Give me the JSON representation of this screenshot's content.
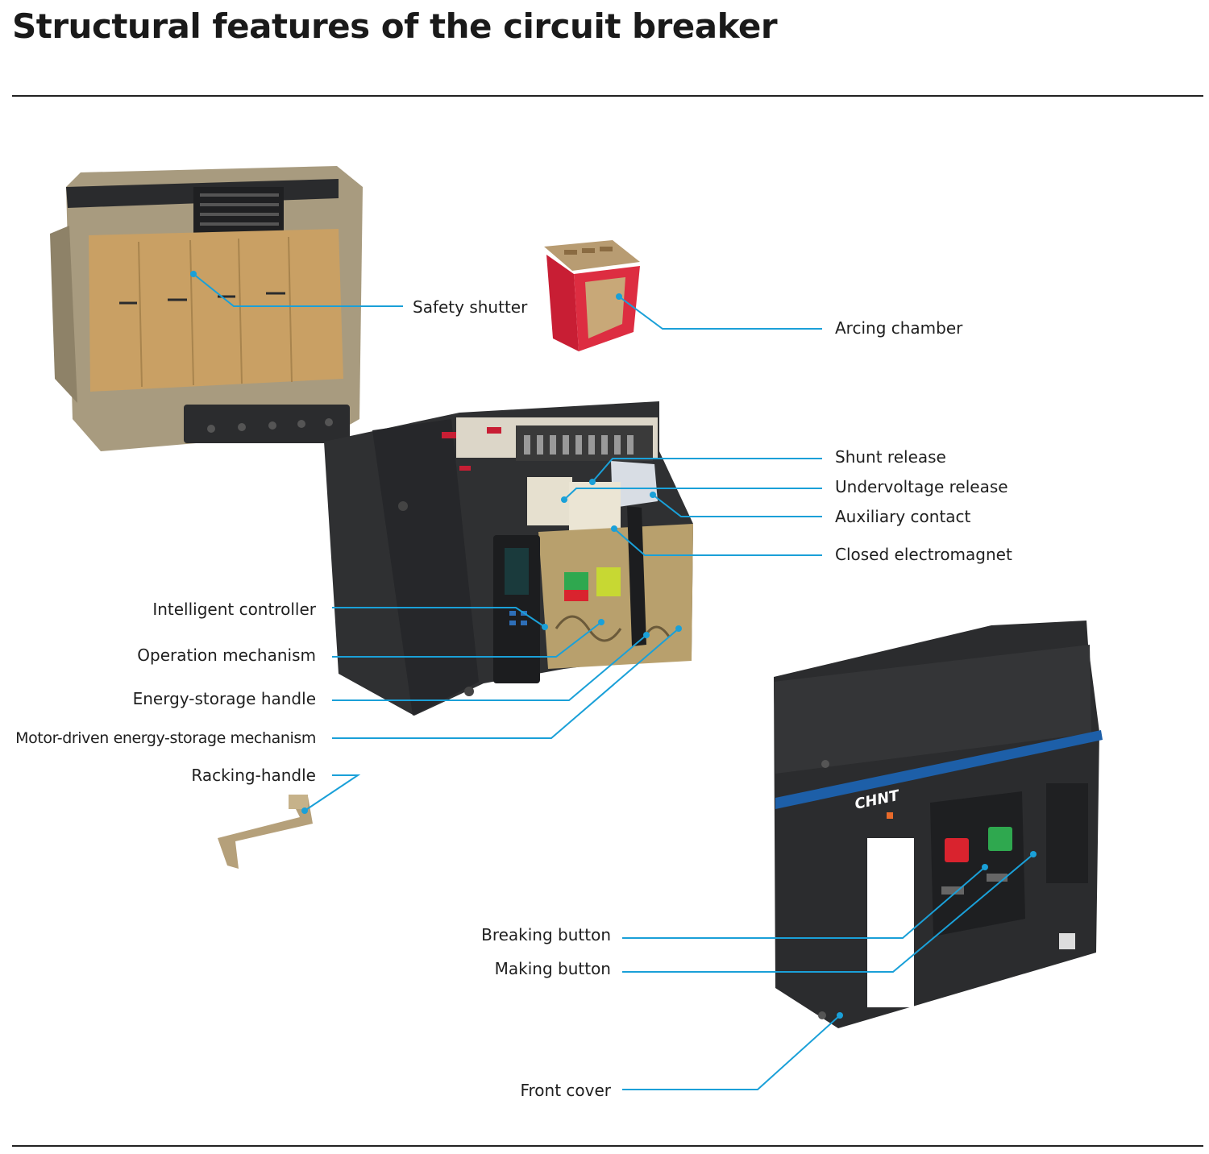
{
  "title": "Structural features of the circuit breaker",
  "colors": {
    "leader": "#1aa0d8",
    "text": "#1f1f1f",
    "rule": "#222222",
    "housing": "#2b2c2e",
    "brand_blue": "#1d5fa8",
    "shutter": "#caa46a",
    "chamber_red": "#d42a3c",
    "green_button": "#2fa84f",
    "red_button": "#d9232e"
  },
  "brand": "CHNT",
  "labels": {
    "safety_shutter": "Safety shutter",
    "arcing_chamber": "Arcing chamber",
    "shunt_release": "Shunt release",
    "undervoltage_release": "Undervoltage release",
    "auxiliary_contact": "Auxiliary contact",
    "closed_electromagnet": "Closed electromagnet",
    "intelligent_controller": "Intelligent controller",
    "operation_mechanism": "Operation mechanism",
    "energy_storage_handle": "Energy-storage handle",
    "motor_driven_mechanism": "Motor-driven energy-storage mechanism",
    "racking_handle": "Racking-handle",
    "breaking_button": "Breaking button",
    "making_button": "Making button",
    "front_cover": "Front cover"
  },
  "icons": [
    "breaker-frame-illustration",
    "arcing-chamber-illustration",
    "breaker-body-illustration",
    "front-cover-illustration",
    "racking-handle-illustration"
  ]
}
